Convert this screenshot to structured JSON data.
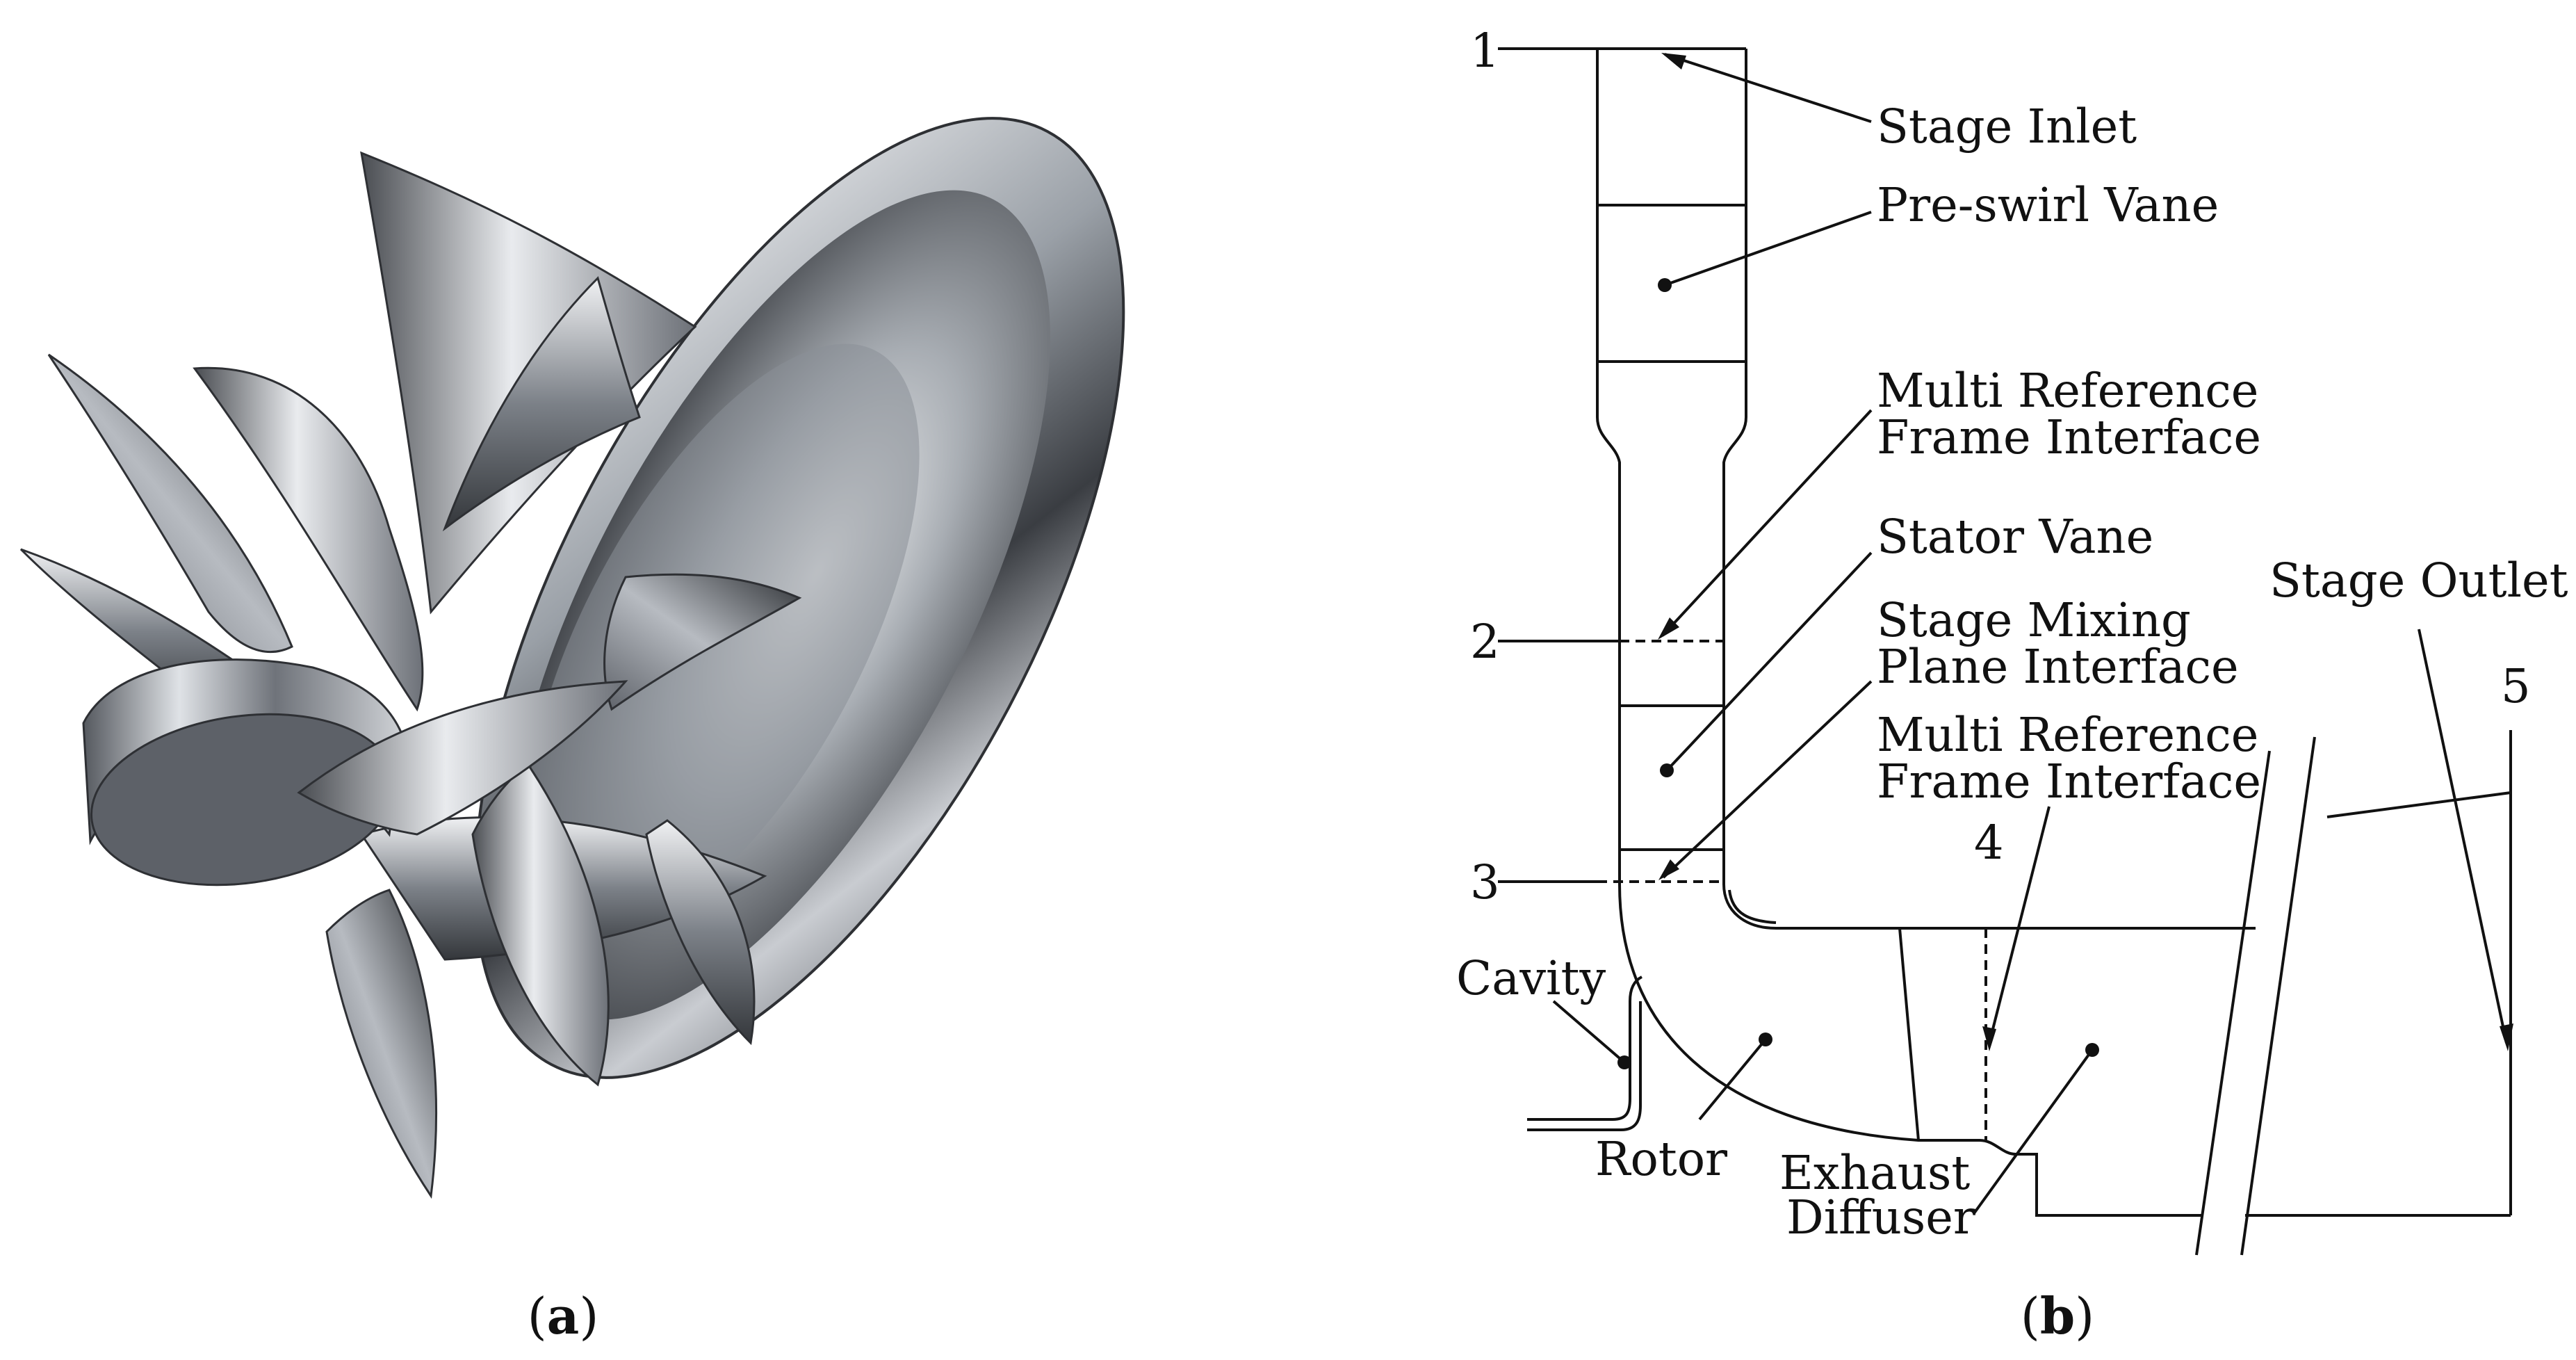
{
  "panel_a": {
    "caption_open": "(",
    "caption_letter": "a",
    "caption_close": ")"
  },
  "panel_b": {
    "caption_open": "(",
    "caption_letter": "b",
    "caption_close": ")",
    "station_numbers": [
      "1",
      "2",
      "3",
      "4",
      "5"
    ],
    "labels": {
      "stage_inlet": "Stage Inlet",
      "pre_swirl_vane": "Pre-swirl Vane",
      "mrf_interface_1_line1": "Multi Reference",
      "mrf_interface_1_line2": "Frame Interface",
      "stator_vane": "Stator Vane",
      "stage_mixing_line1": "Stage Mixing",
      "stage_mixing_line2": "Plane Interface",
      "mrf_interface_2_line1": "Multi Reference",
      "mrf_interface_2_line2": "Frame Interface",
      "stage_outlet": "Stage Outlet",
      "cavity": "Cavity",
      "rotor": "Rotor",
      "exhaust_line1": "Exhaust",
      "exhaust_line2": "Diffuser"
    }
  },
  "colors": {
    "line": "#111111",
    "metal_dark": "#2e3034",
    "metal_mid": "#8a8f96",
    "metal_light": "#eef0f3"
  }
}
